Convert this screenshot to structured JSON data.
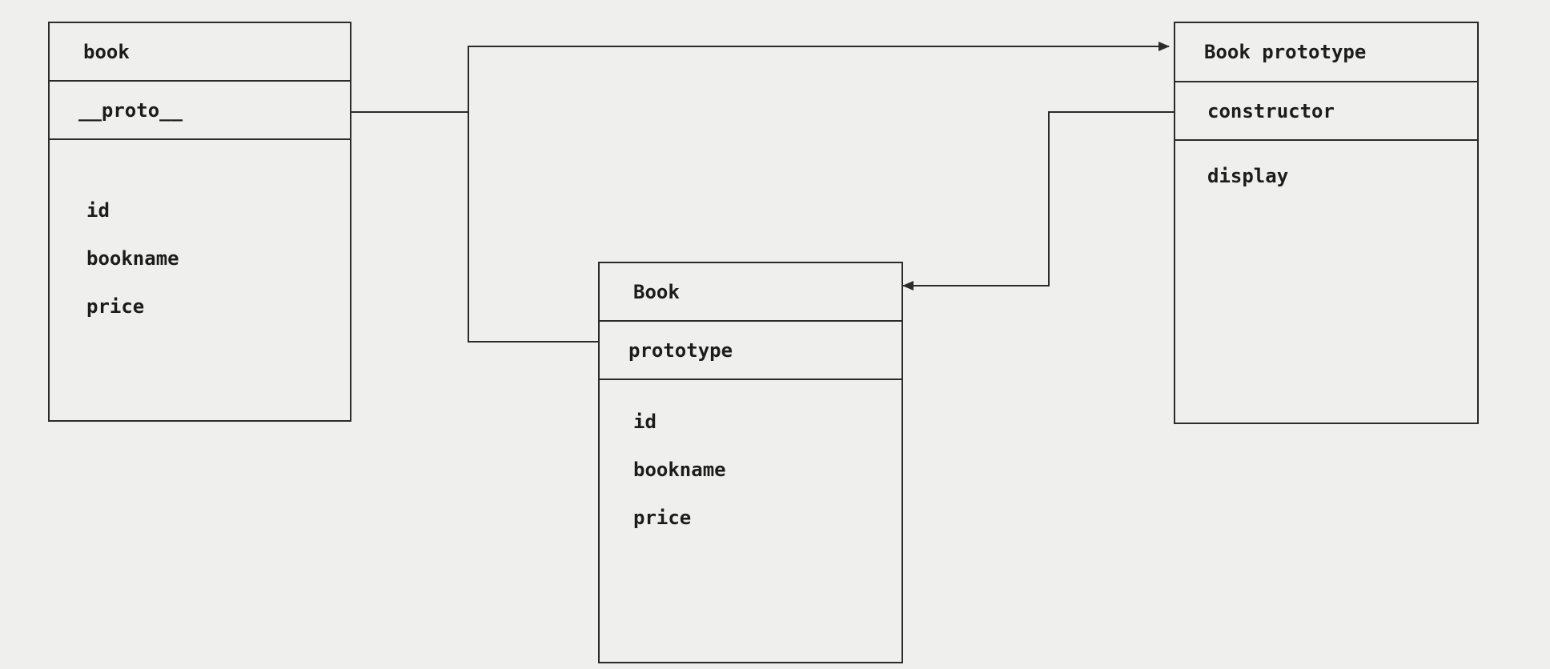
{
  "instance_box": {
    "title": "book",
    "link_row": "__proto__",
    "fields": [
      "id",
      "bookname",
      "price"
    ]
  },
  "constructor_box": {
    "title": "Book",
    "link_row": "prototype",
    "fields": [
      "id",
      "bookname",
      "price"
    ]
  },
  "prototype_box": {
    "title": "Book prototype",
    "link_row": "constructor",
    "fields": [
      "display"
    ]
  },
  "colors": {
    "line": "#2b2b2b",
    "background": "#efefed"
  }
}
